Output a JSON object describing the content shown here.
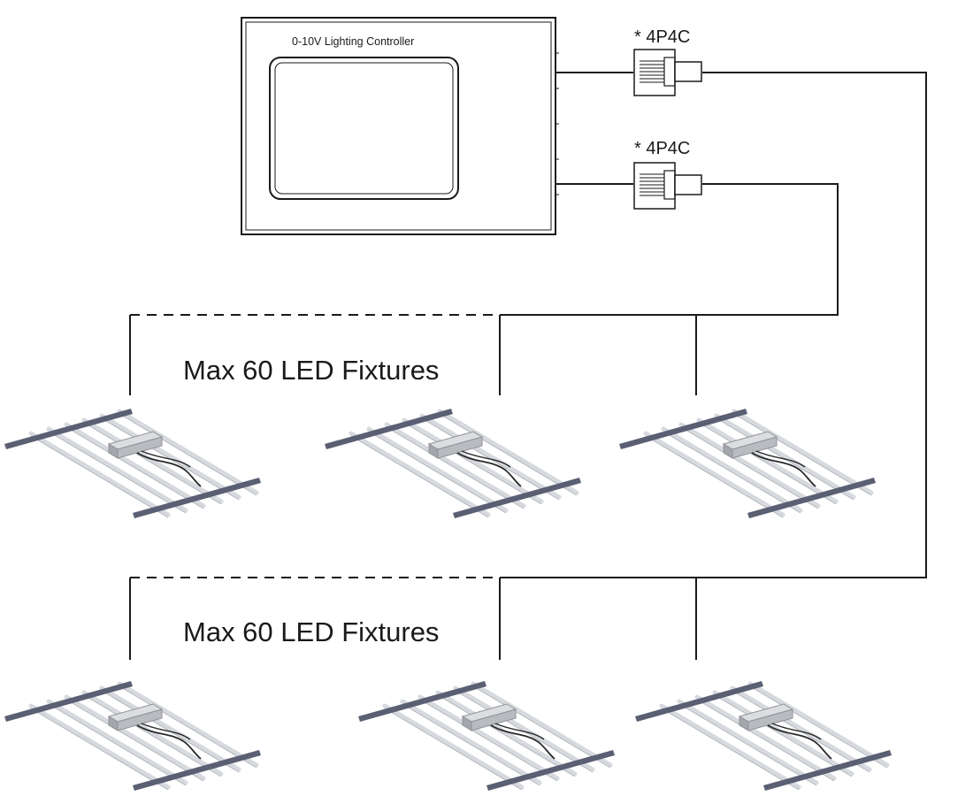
{
  "controller": {
    "title": "0-10V Lighting Controller"
  },
  "connectors": [
    {
      "label": "* 4P4C"
    },
    {
      "label": "* 4P4C"
    }
  ],
  "groups": [
    {
      "label": "Max 60 LED Fixtures"
    },
    {
      "label": "Max 60 LED Fixtures"
    }
  ],
  "colors": {
    "line": "#1a1a1a",
    "fixture_bar": "#5a5f73",
    "fixture_strip": "#d6d9de",
    "driver": "#b8bbbf"
  }
}
